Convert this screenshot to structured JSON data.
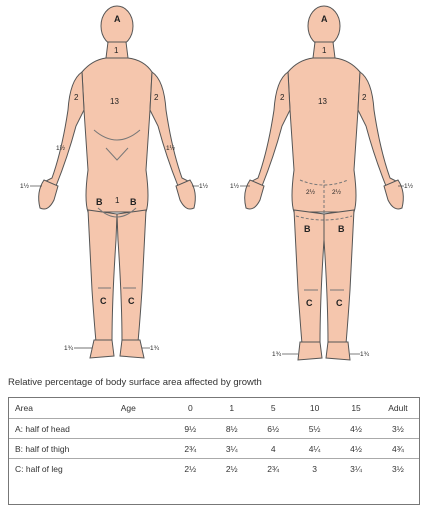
{
  "figure": {
    "front_labels": {
      "head": "A",
      "neck": "1",
      "arm_left": "2",
      "arm_right": "2",
      "torso": "13",
      "forearm_left": "1½",
      "forearm_right": "1½",
      "hand_left": "1½",
      "hand_right": "1½",
      "genital": "1",
      "thigh_left": "B",
      "thigh_right": "B",
      "leg_left": "C",
      "leg_right": "C",
      "foot_left": "1¾",
      "foot_right": "1¾"
    },
    "back_labels": {
      "head": "A",
      "neck": "1",
      "arm_left": "2",
      "arm_right": "2",
      "torso": "13",
      "hand_left": "1½",
      "hand_right": "1½",
      "buttock_left": "2½",
      "buttock_right": "2½",
      "thigh_left": "B",
      "thigh_right": "B",
      "leg_left": "C",
      "leg_right": "C",
      "foot_left": "1¾",
      "foot_right": "1¾"
    },
    "skin_color": "#f5c6ad",
    "outline_color": "#555555"
  },
  "caption": "Relative percentage of body surface area affected by growth",
  "table": {
    "headers": [
      "Area",
      "Age",
      "0",
      "1",
      "5",
      "10",
      "15",
      "Adult"
    ],
    "rows": [
      {
        "area": "A: half of head",
        "values": [
          "9½",
          "8½",
          "6½",
          "5½",
          "4½",
          "3½"
        ]
      },
      {
        "area": "B: half of thigh",
        "values": [
          "2¾",
          "3¼",
          "4",
          "4¼",
          "4½",
          "4¾"
        ]
      },
      {
        "area": "C: half of leg",
        "values": [
          "2½",
          "2½",
          "2¾",
          "3",
          "3¼",
          "3½"
        ]
      }
    ]
  }
}
